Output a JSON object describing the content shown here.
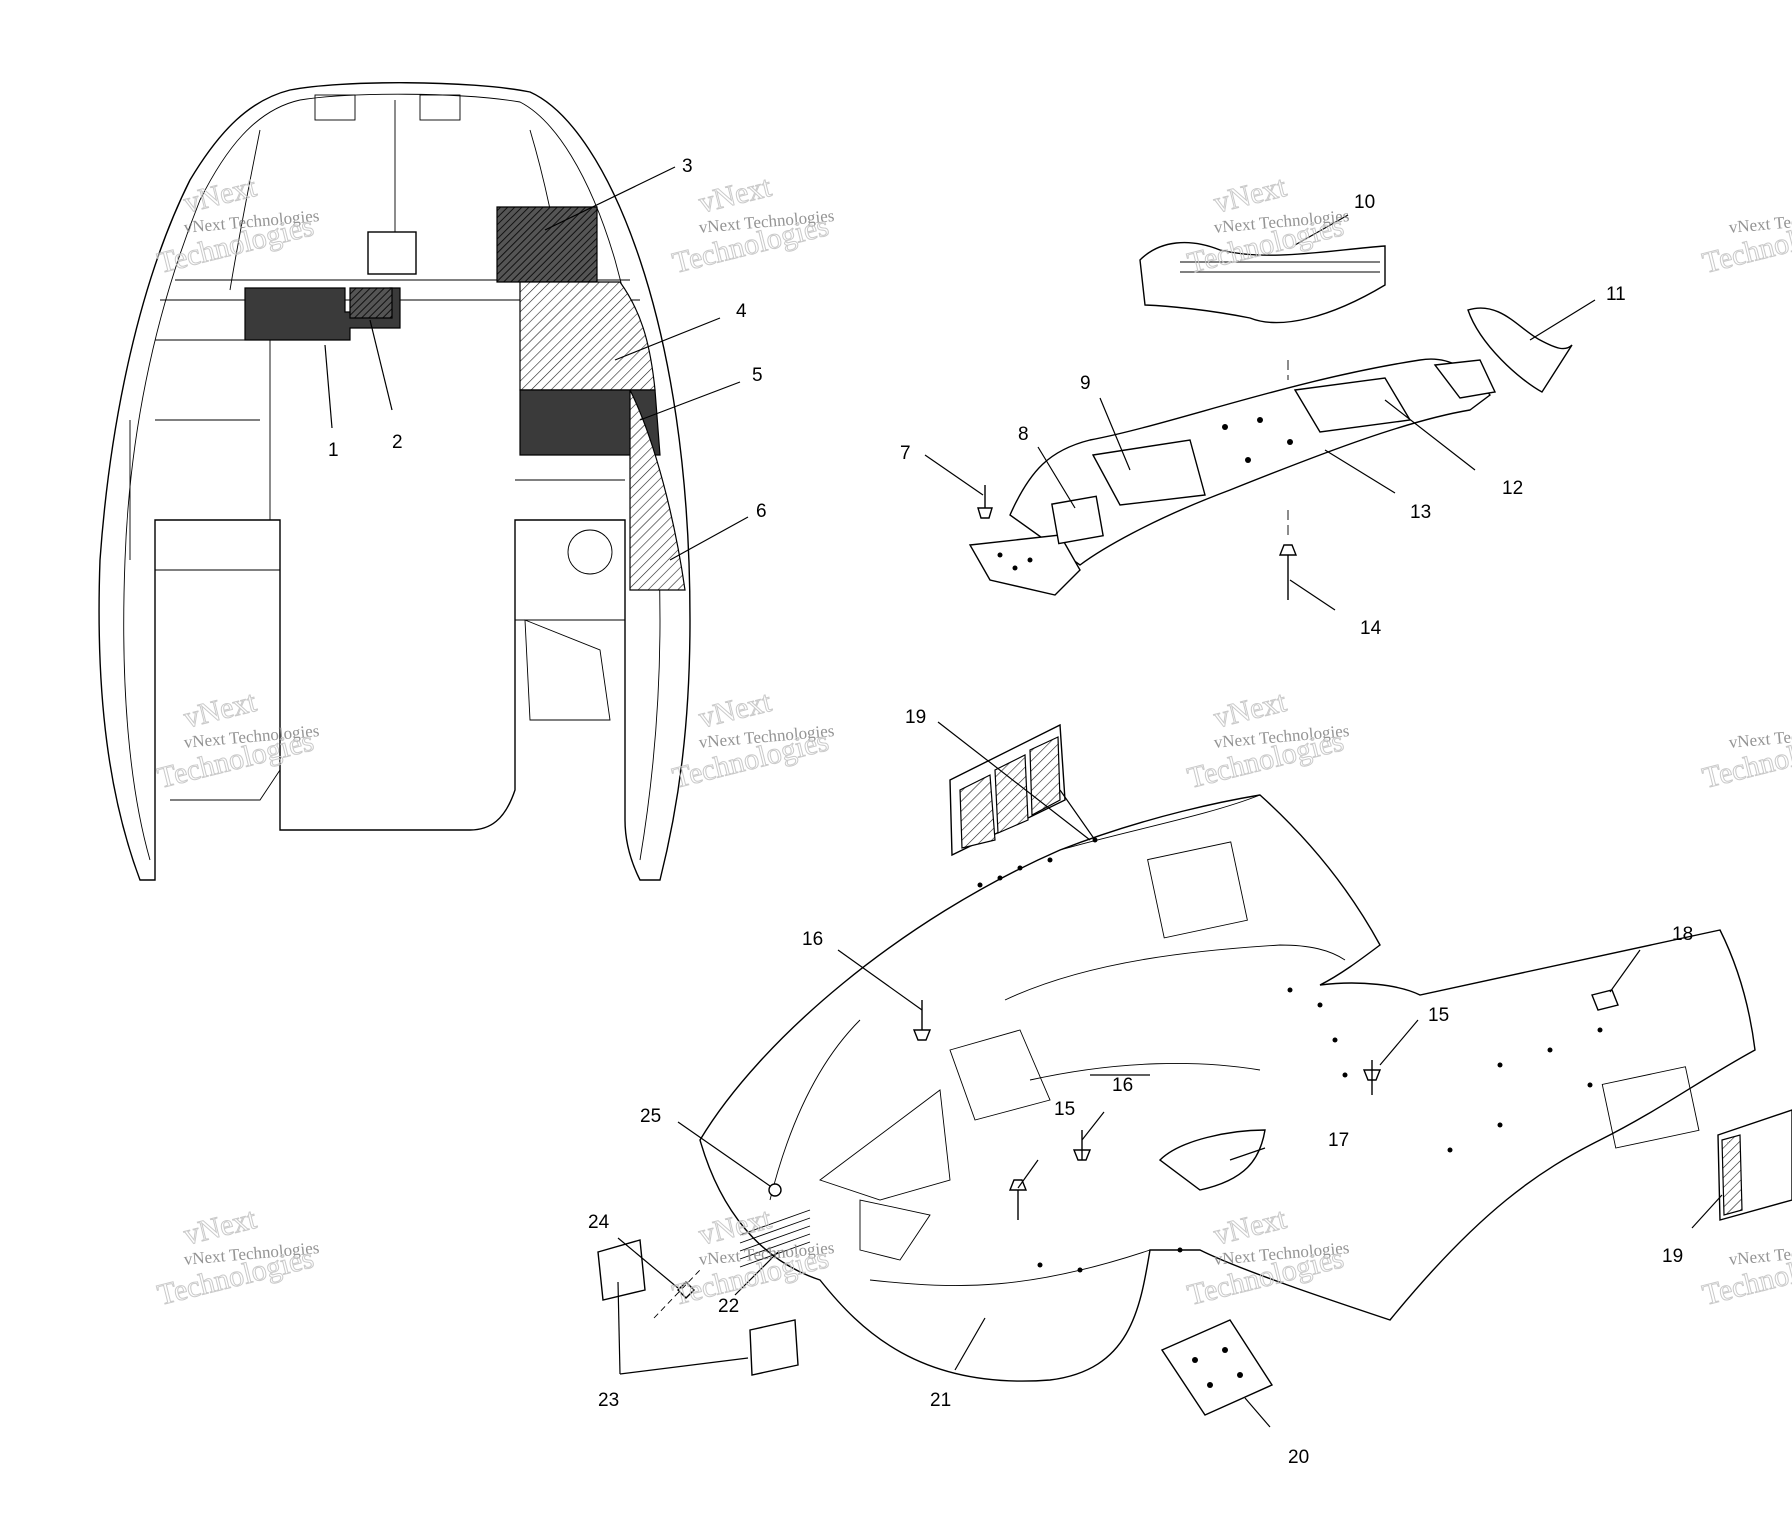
{
  "callouts": [
    "1",
    "2",
    "3",
    "4",
    "5",
    "6",
    "7",
    "8",
    "9",
    "10",
    "11",
    "12",
    "13",
    "14",
    "15",
    "15",
    "16",
    "16",
    "17",
    "18",
    "19",
    "19",
    "20",
    "21",
    "22",
    "23",
    "24",
    "25"
  ],
  "watermark": {
    "line1": "vNext Technologies",
    "line2": "Technologies",
    "line3": "vNext"
  }
}
